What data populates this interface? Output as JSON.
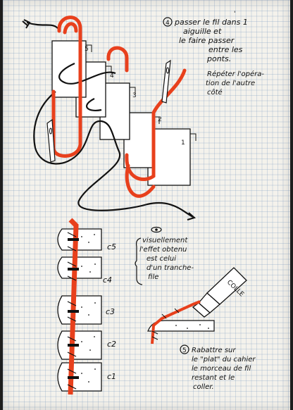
{
  "step4": {
    "marker": "4",
    "lines": [
      "passer le fil dans 1",
      "aiguille et",
      "le faire passer",
      "entre les",
      "ponts."
    ]
  },
  "repeat_note": {
    "lines": [
      "Répéter l'opéra-",
      "tion de l'autre",
      "côté"
    ]
  },
  "panel_numbers": [
    "1",
    "2",
    "3",
    "4",
    "5"
  ],
  "result_note": {
    "lines": [
      "visuellement",
      "l'effet obtenu",
      "est celui",
      "d'un tranche-",
      "file"
    ]
  },
  "sections": [
    "c5",
    "c4",
    "c3",
    "c2",
    "c1"
  ],
  "tube_label": "COLLE",
  "step5": {
    "marker": "5",
    "lines": [
      "Rabattre sur",
      "le \"plat\" du cahier",
      "le morceau de fil",
      "restant et le",
      "coller."
    ]
  },
  "colors": {
    "thread": "#e8401c",
    "ink": "#111111",
    "paper": "#f4f2ec"
  }
}
